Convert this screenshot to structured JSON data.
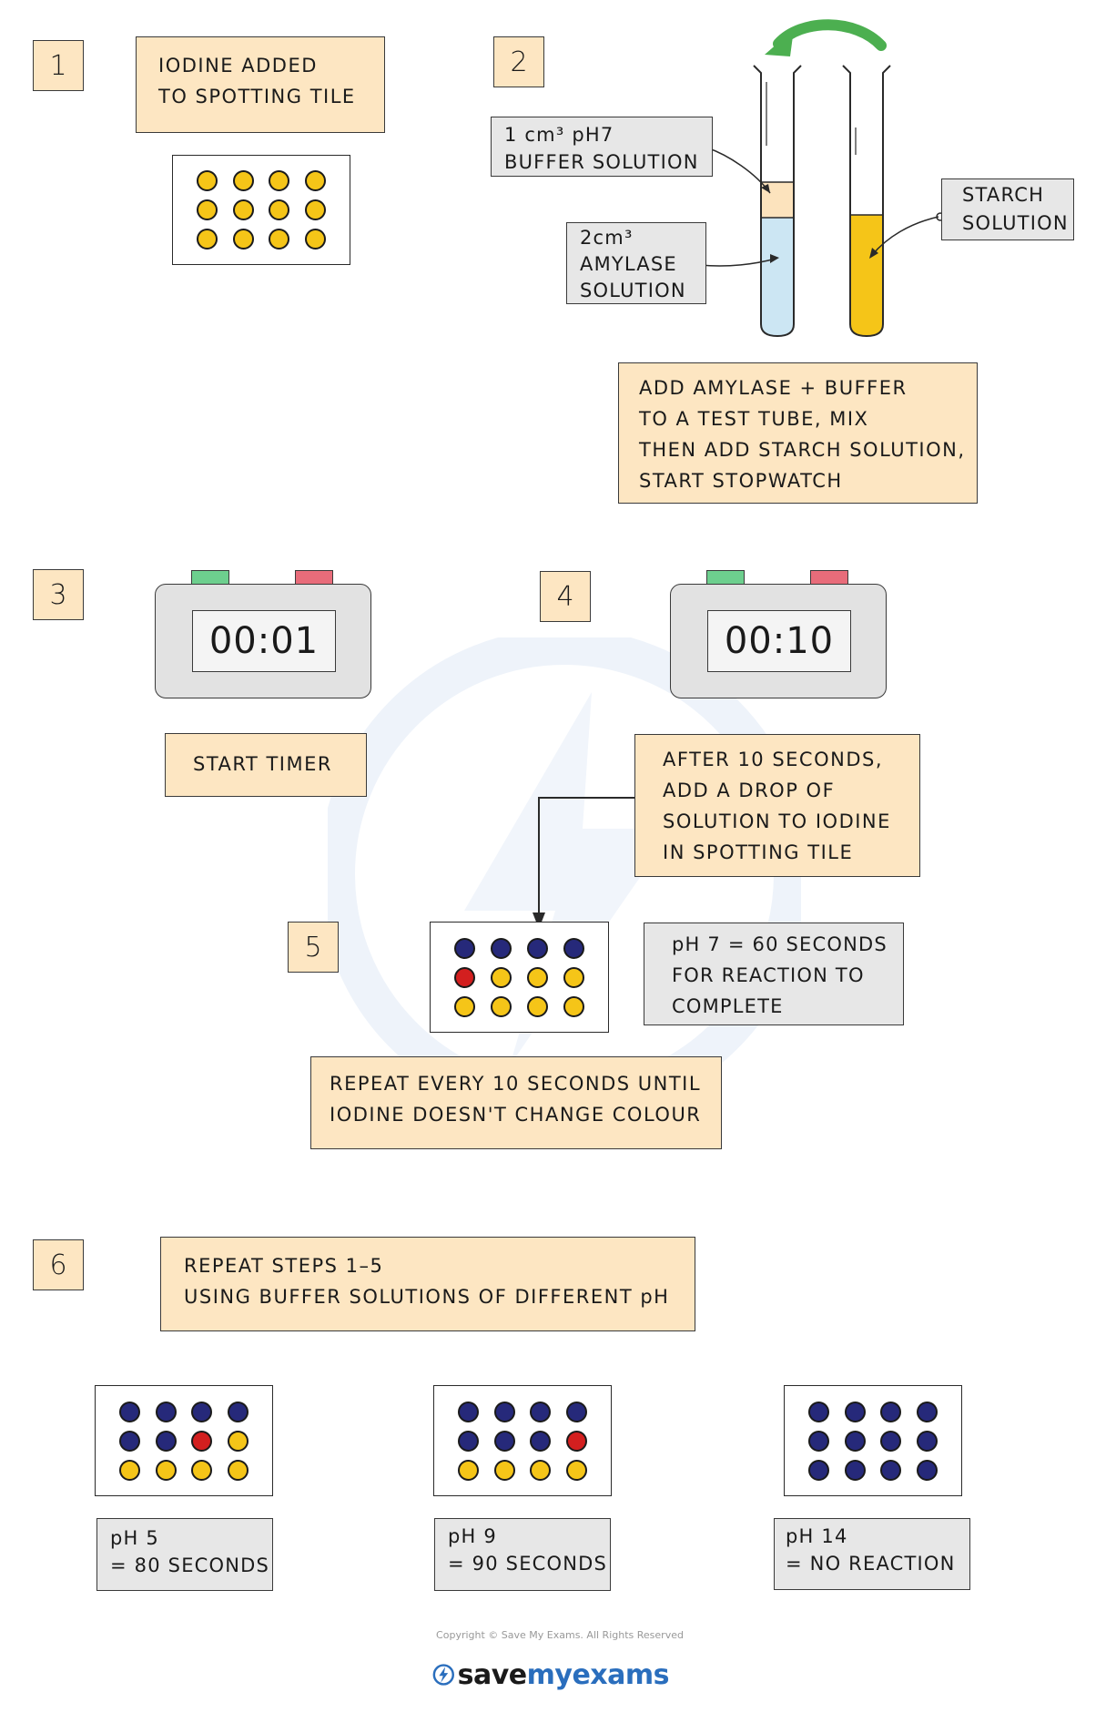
{
  "steps": {
    "s1": {
      "number": "1",
      "lines": [
        "IODINE  ADDED",
        "TO  SPOTTING  TILE"
      ]
    },
    "s2": {
      "number": "2",
      "lines": [
        "ADD  AMYLASE + BUFFER",
        "TO  A  TEST  TUBE, MIX",
        "THEN  ADD  STARCH  SOLUTION,",
        "START   STOPWATCH"
      ]
    },
    "s3": {
      "number": "3",
      "timer": "00:01",
      "lines": [
        "START  TIMER"
      ]
    },
    "s4": {
      "number": "4",
      "timer": "00:10",
      "lines": [
        "AFTER  10  SECONDS,",
        "ADD  A  DROP  OF",
        "SOLUTION  TO  IODINE",
        "IN  SPOTTING  TILE"
      ]
    },
    "s5": {
      "number": "5",
      "result_lines": [
        "pH 7 = 60   SECONDS",
        "FOR  REACTION  TO",
        "COMPLETE"
      ],
      "lines": [
        "REPEAT   EVERY  10  SECONDS  UNTIL",
        "IODINE   DOESN'T  CHANGE  COLOUR"
      ]
    },
    "s6": {
      "number": "6",
      "lines": [
        "REPEAT  STEPS  1–5",
        "USING  BUFFER  SOLUTIONS  OF  DIFFERENT  pH"
      ]
    }
  },
  "tube_labels": {
    "buffer": [
      "1 cm³  pH7",
      "BUFFER  SOLUTION"
    ],
    "amylase": [
      "2cm³",
      "AMYLASE",
      "SOLUTION"
    ],
    "starch": [
      "STARCH",
      "SOLUTION"
    ]
  },
  "results": [
    {
      "lines": [
        "pH 5",
        "= 80  SECONDS"
      ]
    },
    {
      "lines": [
        "pH 9",
        "= 90  SECONDS"
      ]
    },
    {
      "lines": [
        "pH 14",
        "= NO  REACTION"
      ]
    }
  ],
  "tiles": {
    "tile1": [
      "y",
      "y",
      "y",
      "y",
      "y",
      "y",
      "y",
      "y",
      "y",
      "y",
      "y",
      "y"
    ],
    "tile5": [
      "b",
      "b",
      "b",
      "b",
      "r",
      "y",
      "y",
      "y",
      "y",
      "y",
      "y",
      "y"
    ],
    "tile_ph5": [
      "b",
      "b",
      "b",
      "b",
      "b",
      "b",
      "r",
      "y",
      "y",
      "y",
      "y",
      "y"
    ],
    "tile_ph9": [
      "b",
      "b",
      "b",
      "b",
      "b",
      "b",
      "b",
      "r",
      "y",
      "y",
      "y",
      "y"
    ],
    "tile_ph14": [
      "b",
      "b",
      "b",
      "b",
      "b",
      "b",
      "b",
      "b",
      "b",
      "b",
      "b",
      "b"
    ]
  },
  "dot_colors": {
    "y": "#f5c518",
    "b": "#26297a",
    "r": "#d31f1f"
  },
  "colors": {
    "note_fill": "#fde6c2",
    "grey_fill": "#e7e7e7",
    "amylase_fill": "#cce6f3",
    "buffer_fill": "#fce3bd",
    "starch_fill": "#f5c518",
    "arrow_green": "#4caf50",
    "timer_green": "#6dcf8e",
    "timer_red": "#e86c7a",
    "brand_blue": "#2a6ebd"
  },
  "footer": {
    "copyright": "Copyright © Save My Exams. All Rights Reserved",
    "brand_save": "save",
    "brand_my": "my",
    "brand_exams": "exams"
  }
}
